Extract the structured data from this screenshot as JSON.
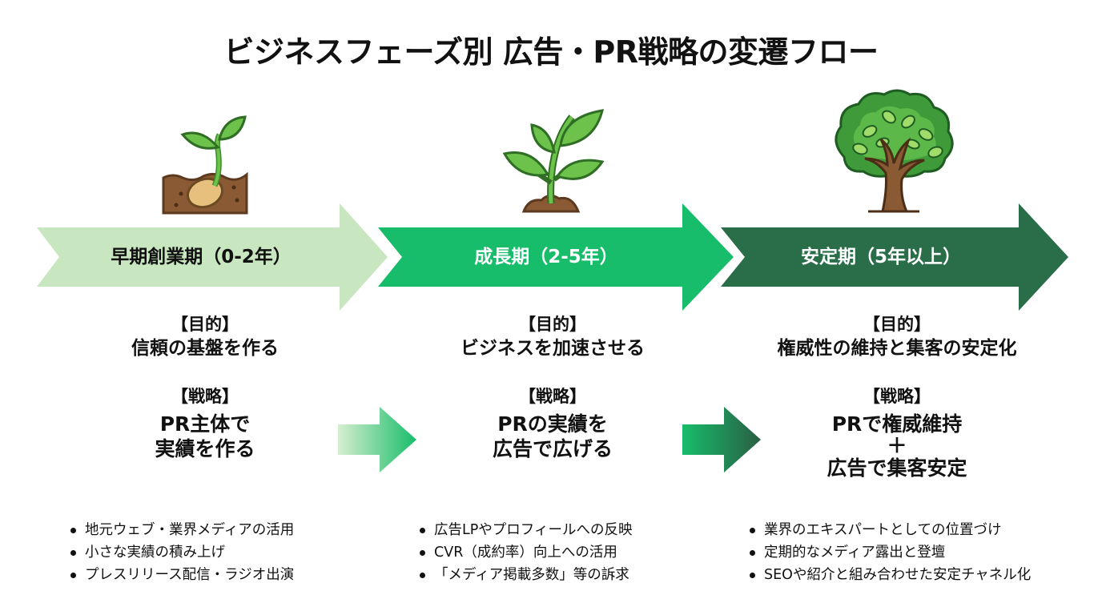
{
  "title": "ビジネスフェーズ別 広告・PR戦略の変遷フロー",
  "colors": {
    "phase1": "#c8e6c0",
    "phase2": "#17bd6a",
    "phase3": "#2a6e49",
    "text_dark": "#111111",
    "text_light": "#ffffff"
  },
  "phases": [
    {
      "label": "早期創業期（0-2年）",
      "illustration": "seed-sprout-icon",
      "goal_heading": "【目的】",
      "goal": "信頼の基盤を作る",
      "strategy_heading": "【戦略】",
      "strategy_lines": [
        "PR主体で",
        "実績を作る"
      ],
      "bullets": [
        "地元ウェブ・業界メディアの活用",
        "小さな実績の積み上げ",
        "プレスリリース配信・ラジオ出演"
      ]
    },
    {
      "label": "成長期（2-5年）",
      "illustration": "young-plant-icon",
      "goal_heading": "【目的】",
      "goal": "ビジネスを加速させる",
      "strategy_heading": "【戦略】",
      "strategy_lines": [
        "PRの実績を",
        "広告で広げる"
      ],
      "bullets": [
        "広告LPやプロフィールへの反映",
        "CVR（成約率）向上への活用",
        "「メディア掲載多数」等の訴求"
      ]
    },
    {
      "label": "安定期（5年以上）",
      "illustration": "tree-icon",
      "goal_heading": "【目的】",
      "goal": "権威性の維持と集客の安定化",
      "strategy_heading": "【戦略】",
      "strategy_lines": [
        "PRで権威維持",
        "＋",
        "広告で集客安定"
      ],
      "bullets": [
        "業界のエキスパートとしての位置づけ",
        "定期的なメディア露出と登壇",
        "SEOや紹介と組み合わせた安定チャネル化"
      ]
    }
  ]
}
